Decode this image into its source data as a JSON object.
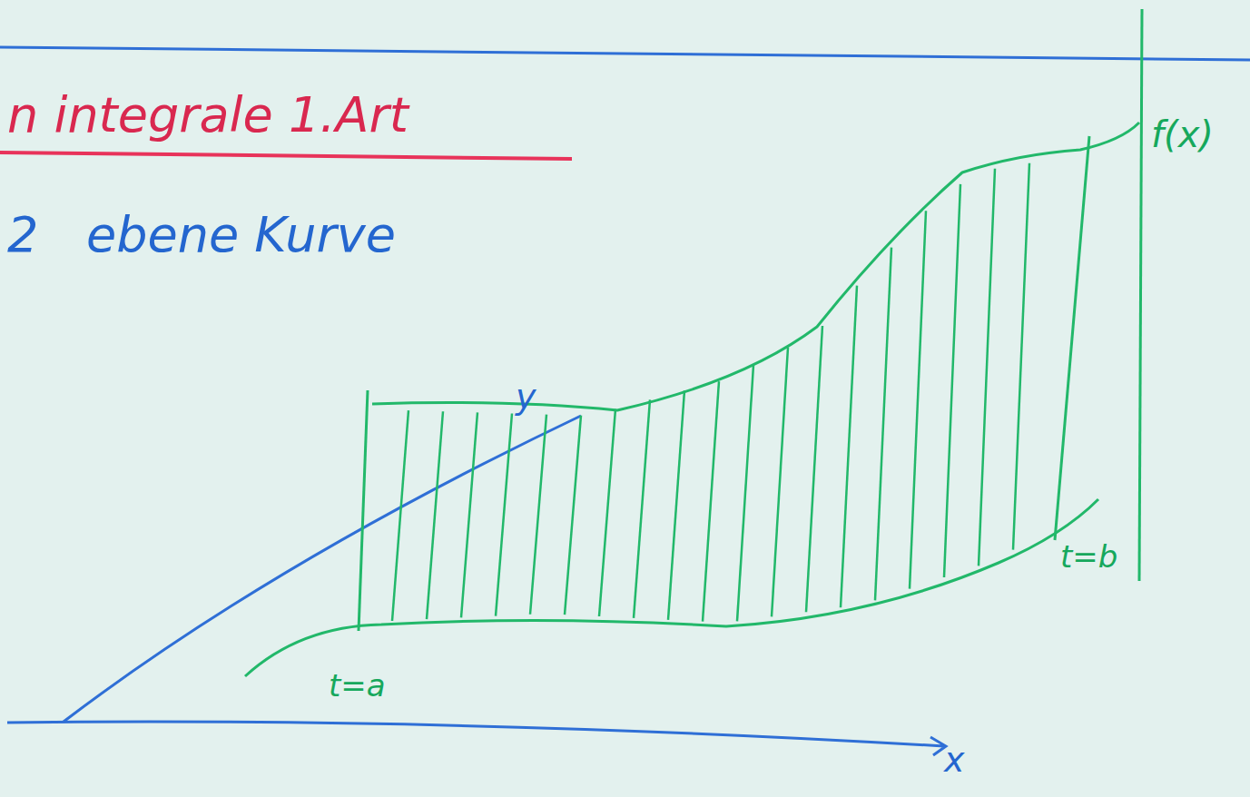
{
  "diagram": {
    "title": "n integrale 1.Art",
    "labels": [
      "2",
      "ebene Kurve",
      "y",
      "f(x)",
      "t=a",
      "t=b",
      "x"
    ]
  }
}
